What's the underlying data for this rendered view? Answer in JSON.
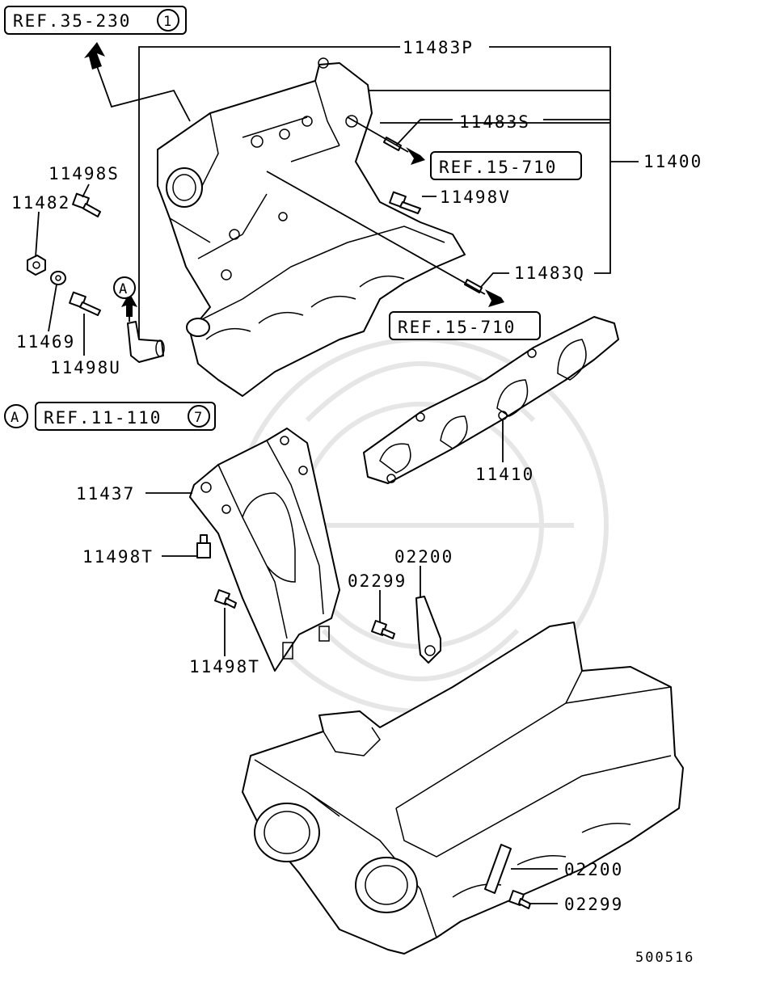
{
  "refs": {
    "ref_35_230": "REF.35-230",
    "ref_35_230_circle": "1",
    "ref_15_710_top": "REF.15-710",
    "ref_15_710_mid": "REF.15-710",
    "ref_11_110": "REF.11-110",
    "ref_11_110_circle": "7",
    "marker_a": "A"
  },
  "labels": {
    "p11483P": "11483P",
    "p11483S": "11483S",
    "p11400": "11400",
    "p11498S": "11498S",
    "p11482": "11482",
    "p11498V": "11498V",
    "p11483Q": "11483Q",
    "p11469": "11469",
    "p11498U": "11498U",
    "p11410": "11410",
    "p11437": "11437",
    "p11498T_a": "11498T",
    "p11498T_b": "11498T",
    "p02200_a": "02200",
    "p02299_a": "02299",
    "p02200_b": "02200",
    "p02299_b": "02299"
  },
  "diagram_code": "500516",
  "colors": {
    "line": "#000000",
    "watermark": "#e6e6e6",
    "background": "#ffffff"
  }
}
